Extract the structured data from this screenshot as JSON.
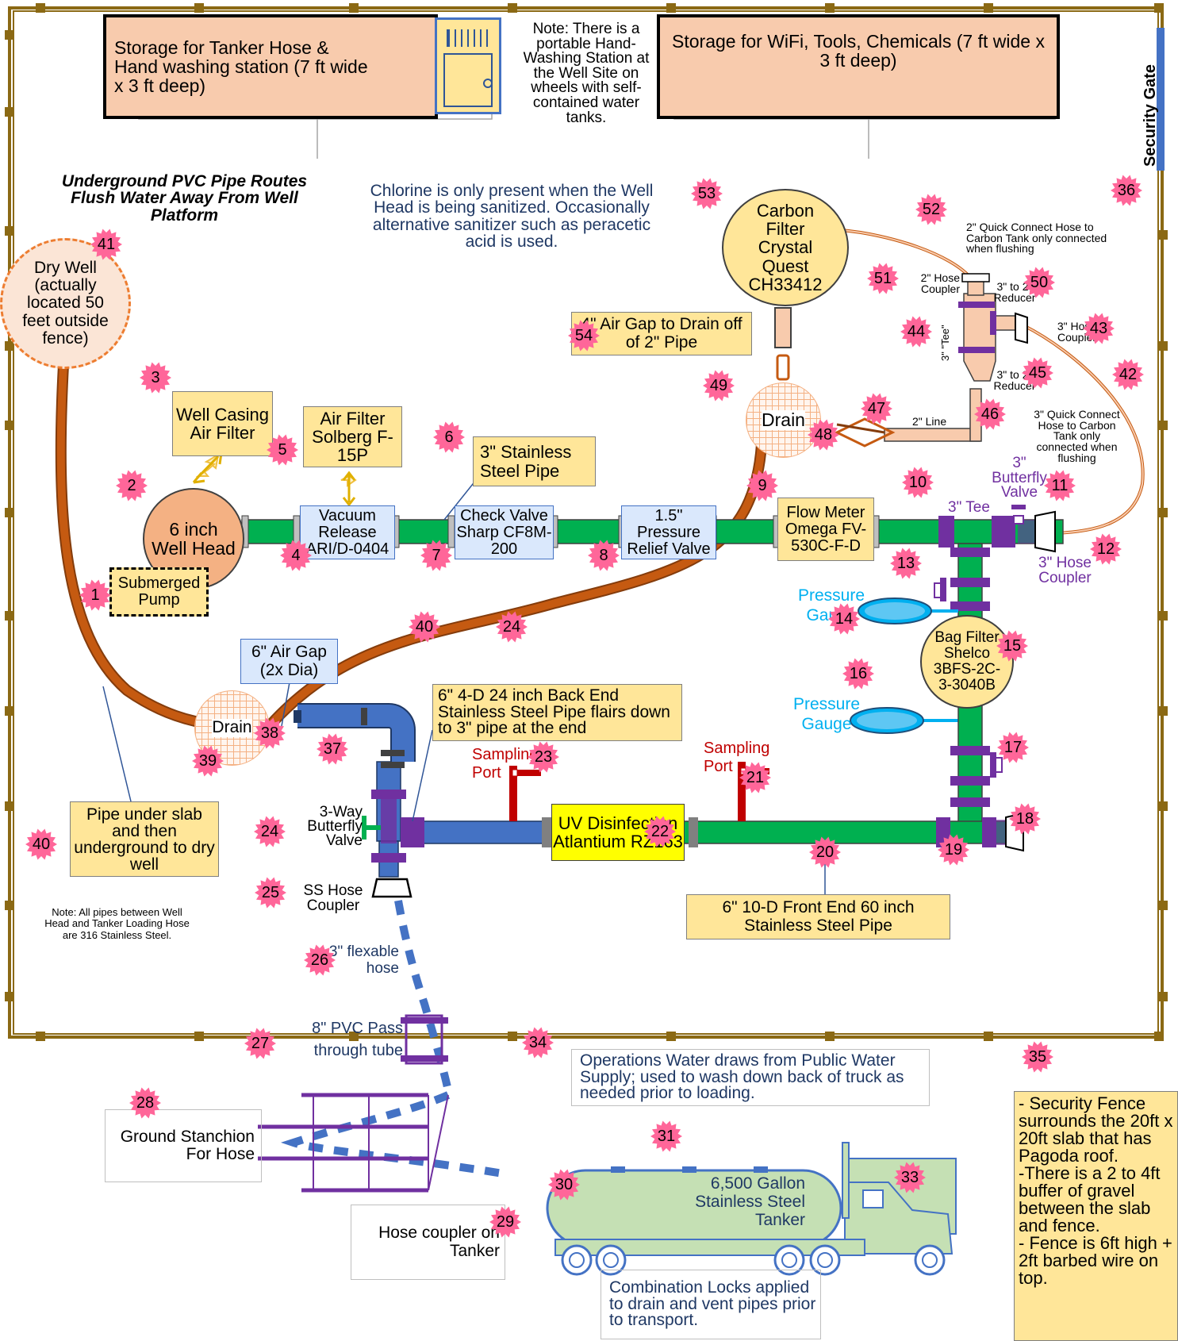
{
  "storage_left": "Storage for Tanker Hose & Hand washing station (7 ft wide x 3 ft deep)",
  "storage_right": "Storage for WiFi, Tools, Chemicals (7 ft wide x 3 ft deep)",
  "note_handwash": "Note: There is a portable Hand-Washing Station at the Well Site on wheels with self-contained water tanks.",
  "security_gate": "Security Gate",
  "underground_note": "Underground PVC Pipe Routes Flush Water Away From Well Platform",
  "chlorine_note": "Chlorine is only present when the Well Head is being sanitized. Occasionally alternative sanitizer such as peracetic acid is used.",
  "dry_well": "Dry Well (actually located 50 feet outside fence)",
  "carbon_filter": "Carbon Filter Crystal Quest CH33412",
  "quick_connect_52": "2\" Quick Connect Hose to Carbon Tank only connected when flushing",
  "hose_coupler_51": "2\" Hose Coupler",
  "reducer_50": "3\" to 2\" Reducer",
  "hose_coupler_43": "3\" Hose Coupler",
  "tee_44": "3\" \"Tee\"",
  "reducer_45": "3\" to 2\" Reducer",
  "line_47": "2\" Line",
  "quick_connect_46": "3\" Quick Connect Hose to Carbon Tank only connected when flushing",
  "air_gap_54": "4\" Air Gap to Drain off of 2\" Pipe",
  "drain_49": "Drain",
  "well_casing_filter": "Well Casing Air Filter",
  "air_filter": "Air Filter Solberg F-15P",
  "stainless_pipe_6": "3\" Stainless Steel Pipe",
  "well_head": "6 inch Well Head",
  "submerged_pump": "Submerged Pump",
  "vacuum_release": "Vacuum Release ARI/D-0404",
  "check_valve": "Check Valve Sharp CF8M-200",
  "pressure_relief": "1.5\" Pressure Relief Valve",
  "flow_meter": "Flow Meter Omega FV-530C-F-D",
  "tee_10": "3\" Tee",
  "butterfly_valve": "3\" Butterfly Valve",
  "hose_coupler_12": "3\" Hose Coupler",
  "pressure_gauge": "Pressure Gauge",
  "bag_filter": "Bag Filter Shelco 3BFS-2C-3-3040B",
  "air_gap_6in": "6\" Air Gap (2x Dia)",
  "drain_39": "Drain",
  "back_end_pipe": "6\" 4-D 24 inch Back End Stainless Steel Pipe flairs down to 3\" pipe at the end",
  "sampling_port": "Sampling Port",
  "uv": "UV Disinfection Atlantium RZ163",
  "front_end_pipe": "6\" 10-D Front End 60 inch Stainless Steel Pipe",
  "three_way_valve": "3-Way Butterfly Valve",
  "ss_hose_coupler": "SS Hose Coupler",
  "pipe_under_slab": "Pipe under slab and then underground to dry well",
  "note_pipes": "Note: All pipes between Well Head and Tanker Loading Hose are 316 Stainless Steel.",
  "flex_hose": "3\" flexable hose",
  "pvc_pass": "8\" PVC Pass through tube",
  "ground_stanchion": "Ground Stanchion For Hose",
  "hose_coupler_tanker": "Hose coupler on Tanker",
  "tanker": "6,500 Gallon Stainless Steel Tanker",
  "ops_water": "Operations Water draws from Public Water Supply; used to wash down back of truck as needed prior to loading.",
  "combo_locks": "Combination Locks applied to drain and vent pipes prior to transport.",
  "security_fence": "- Security Fence surrounds the 20ft x 20ft slab that has Pagoda roof.\n-There is a 2 to 4ft buffer of gravel between the slab and fence.\n- Fence is 6ft high + 2ft barbed wire on top.",
  "badges": {
    "b1": "1",
    "b2": "2",
    "b3": "3",
    "b4": "4",
    "b5": "5",
    "b6": "6",
    "b7": "7",
    "b8": "8",
    "b9": "9",
    "b10": "10",
    "b11": "11",
    "b12": "12",
    "b13": "13",
    "b14": "14",
    "b15": "15",
    "b16": "16",
    "b17": "17",
    "b18": "18",
    "b19": "19",
    "b20": "20",
    "b21": "21",
    "b22": "22",
    "b23": "23",
    "b24": "24",
    "b24b": "24",
    "b25": "25",
    "b26": "26",
    "b27": "27",
    "b28": "28",
    "b29": "29",
    "b30": "30",
    "b31": "31",
    "b33": "33",
    "b34": "34",
    "b35": "35",
    "b36": "36",
    "b38": "38",
    "b37": "37",
    "b39": "39",
    "b40": "40",
    "b40b": "40",
    "b41": "41",
    "b42": "42",
    "b43": "43",
    "b44": "44",
    "b45": "45",
    "b46": "46",
    "b47": "47",
    "b48": "48",
    "b49": "49",
    "b50": "50",
    "b51": "51",
    "b52": "52",
    "b53": "53",
    "b54": "54"
  },
  "colors": {
    "pipe_green": "#00b050",
    "pipe_blue": "#4472c4",
    "fitting_purple": "#7030a0",
    "fence_brown": "#8b6914",
    "hose_orange": "#c55a11",
    "badge_pink": "#ff6699"
  }
}
